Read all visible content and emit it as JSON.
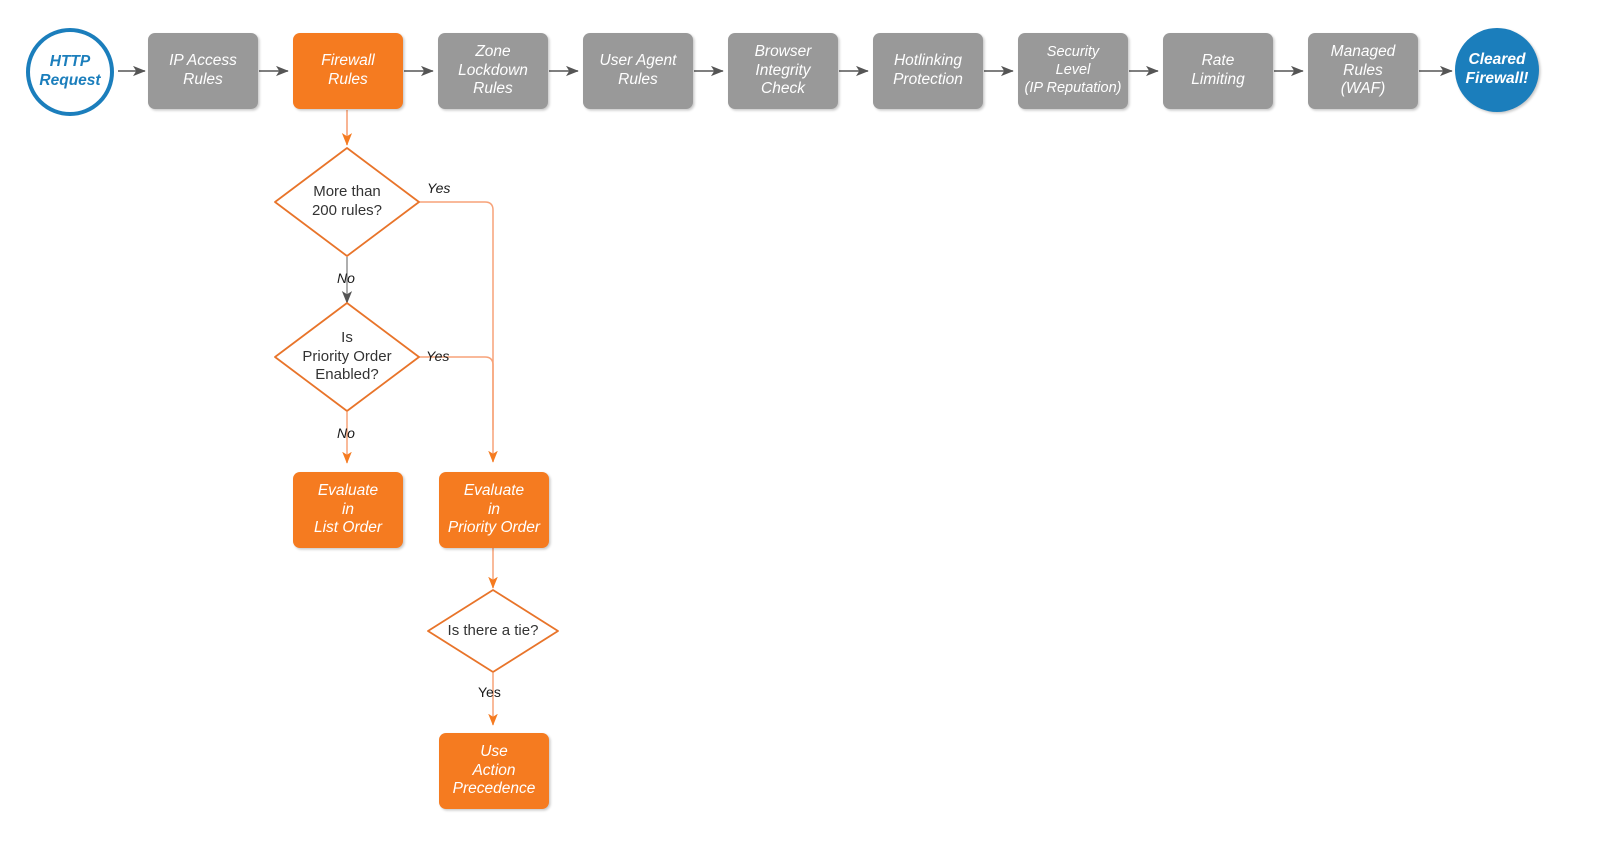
{
  "diagram": {
    "title": "Cloudflare firewall request evaluation order",
    "colors": {
      "gray_fill": "#999999",
      "orange_fill": "#F57B20",
      "orange_stroke": "#E8742A",
      "blue": "#1B7EBC",
      "gray_connector": "#555555",
      "orange_connector": "#F7A278"
    }
  },
  "pipeline": {
    "start": {
      "label": "HTTP\nRequest",
      "shape": "circle-outline"
    },
    "steps": [
      {
        "label": "IP Access\nRules",
        "state": "inactive"
      },
      {
        "label": "Firewall\nRules",
        "state": "active"
      },
      {
        "label": "Zone\nLockdown\nRules",
        "state": "inactive"
      },
      {
        "label": "User Agent\nRules",
        "state": "inactive"
      },
      {
        "label": "Browser\nIntegrity\nCheck",
        "state": "inactive"
      },
      {
        "label": "Hotlinking\nProtection",
        "state": "inactive"
      },
      {
        "label": "Security\nLevel\n(IP Reputation)",
        "state": "inactive"
      },
      {
        "label": "Rate\nLimiting",
        "state": "inactive"
      },
      {
        "label": "Managed\nRules\n(WAF)",
        "state": "inactive"
      }
    ],
    "end": {
      "label": "Cleared\nFirewall!",
      "shape": "circle-filled"
    }
  },
  "decisions": [
    {
      "id": "more-than-200-rules",
      "label": "More than\n200 rules?"
    },
    {
      "id": "is-priority-order-enabled",
      "label": "Is\nPriority Order\nEnabled?"
    },
    {
      "id": "is-there-a-tie",
      "label": "Is there a tie?"
    }
  ],
  "outcomes": [
    {
      "id": "evaluate-list-order",
      "label": "Evaluate\nin\nList Order"
    },
    {
      "id": "evaluate-priority-order",
      "label": "Evaluate\nin\nPriority Order"
    },
    {
      "id": "use-action-precedence",
      "label": "Use\nAction\nPrecedence"
    }
  ],
  "edge_labels": {
    "rules_yes": "Yes",
    "rules_no": "No",
    "priority_yes": "Yes",
    "priority_no": "No",
    "tie_yes": "Yes"
  }
}
